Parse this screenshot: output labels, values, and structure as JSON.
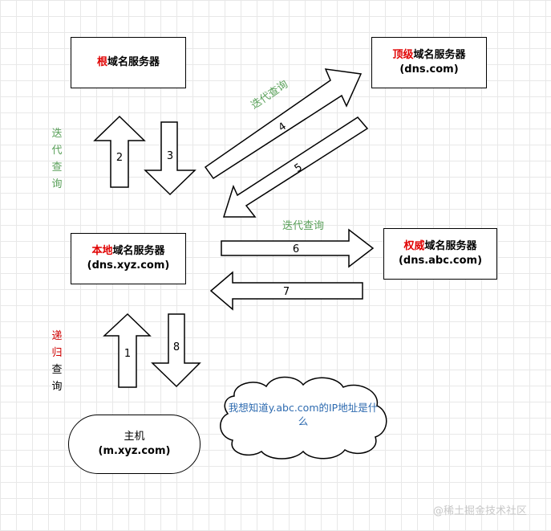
{
  "nodes": {
    "root": {
      "highlight": "根",
      "rest": "域名服务器"
    },
    "tld": {
      "highlight": "顶级",
      "rest": "域名服务器",
      "sub": "(dns.com)"
    },
    "local": {
      "highlight": "本地",
      "rest": "域名服务器",
      "sub": "(dns.xyz.com)"
    },
    "auth": {
      "highlight": "权威",
      "rest": "域名服务器",
      "sub": "(dns.abc.com)"
    },
    "host": {
      "title": "主机",
      "sub": "(m.xyz.com)"
    }
  },
  "arrows": {
    "a1": "1",
    "a2": "2",
    "a3": "3",
    "a4": "4",
    "a5": "5",
    "a6": "6",
    "a7": "7",
    "a8": "8"
  },
  "labels": {
    "iterative_left": [
      "迭",
      "代",
      "查",
      "询"
    ],
    "iterative_diag": "迭代查询",
    "iterative_mid": "迭代查询",
    "recursive_left": {
      "red": [
        "递",
        "归"
      ],
      "black": [
        "查",
        "询"
      ]
    }
  },
  "cloud": {
    "text": "我想知道y.abc.com的IP地址是什么"
  },
  "watermark": "@稀土掘金技术社区",
  "colors": {
    "highlight": "#e00000",
    "iterative": "#5aa05a",
    "cloud_text": "#2e6bb0"
  }
}
